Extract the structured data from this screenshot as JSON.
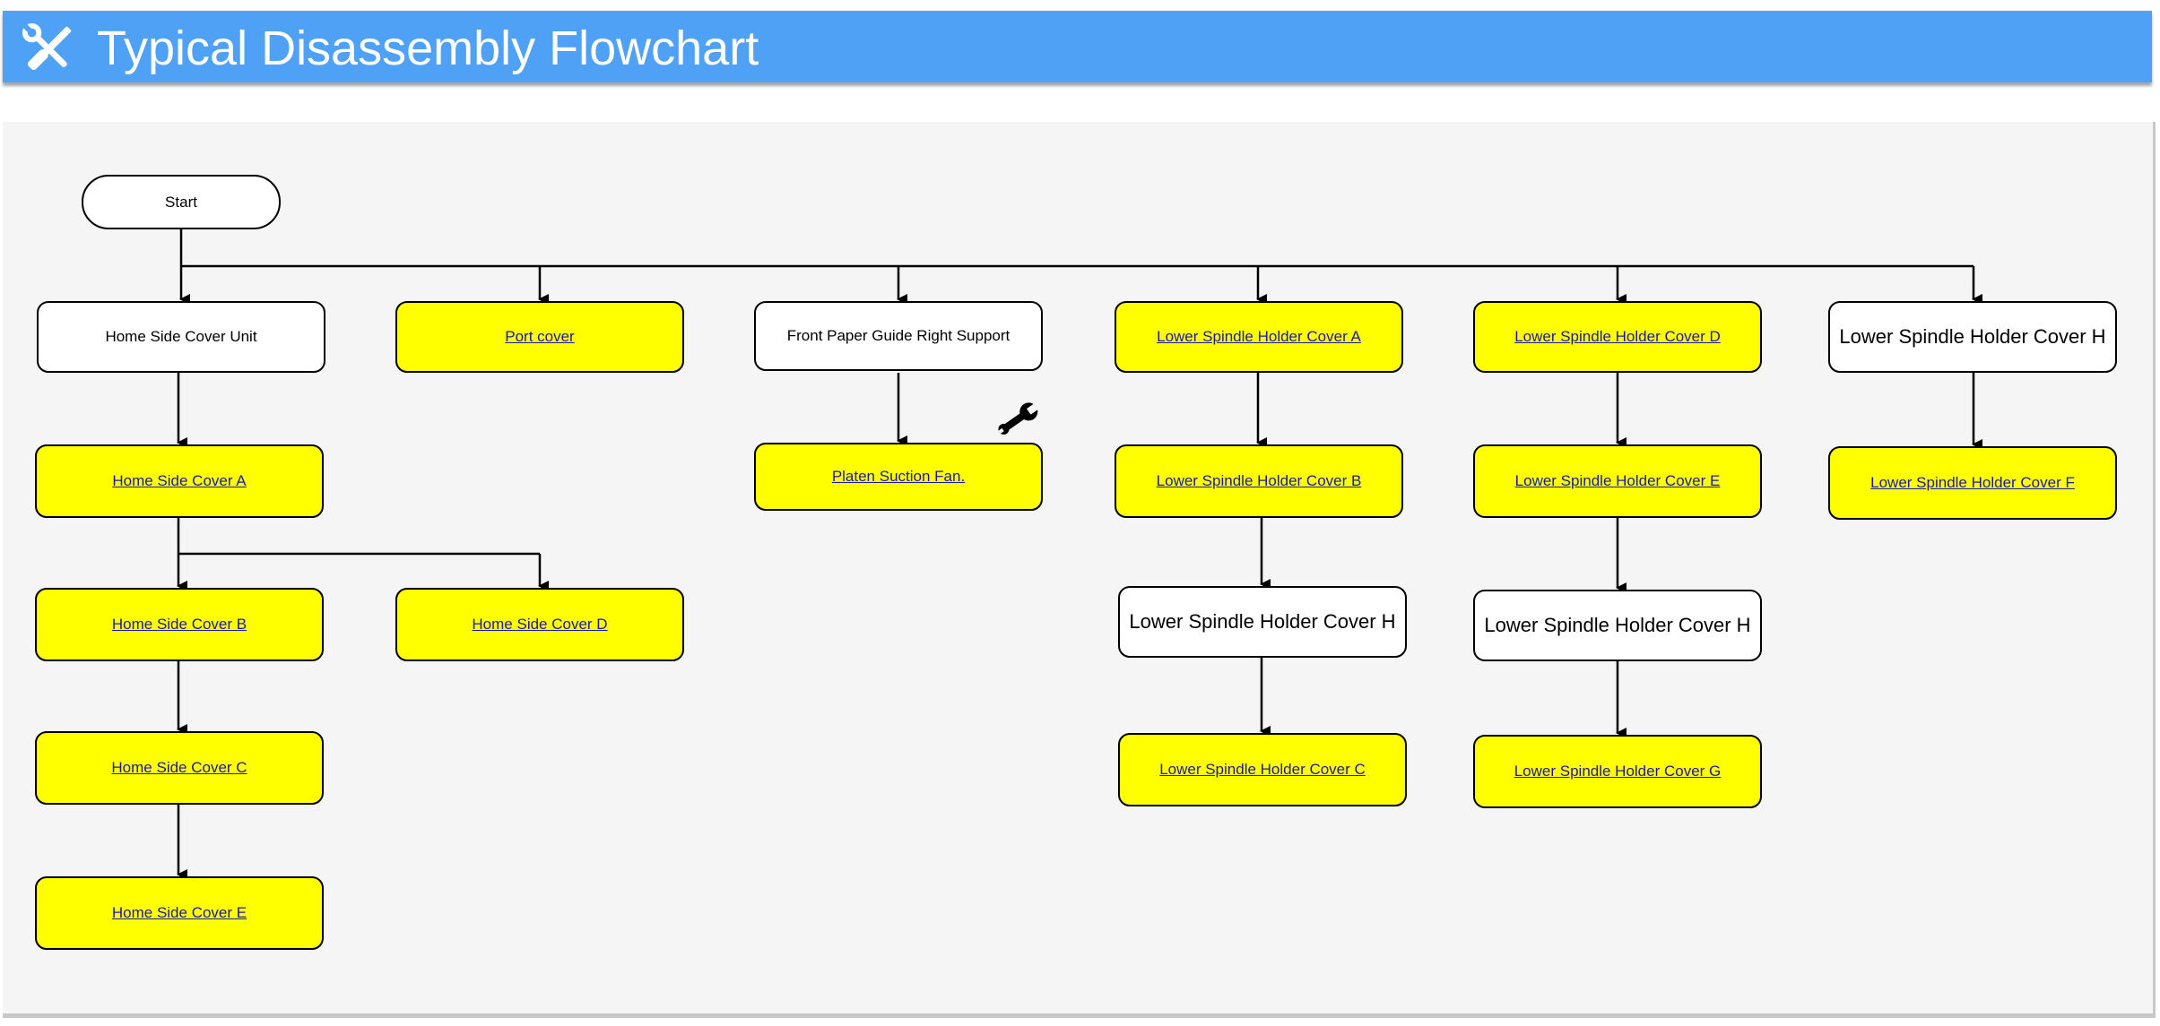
{
  "header": {
    "title": "Typical Disassembly Flowchart",
    "icon": "tools-icon",
    "background_color": "#4fa1f5"
  },
  "colors": {
    "part_link_fill": "#ffff00",
    "group_fill": "#ffffff",
    "link_text": "#1a1aa6",
    "canvas": "#f5f5f5"
  },
  "flowchart": {
    "start": "Start",
    "nodes": {
      "home_side_cover_unit": "Home Side Cover Unit",
      "port_cover": "Port cover",
      "front_paper_guide_right_support": "Front Paper Guide Right Support",
      "lower_spindle_holder_cover_a": "Lower Spindle Holder Cover A",
      "lower_spindle_holder_cover_d": "Lower Spindle Holder Cover D",
      "lower_spindle_holder_cover_h_top": "Lower Spindle Holder Cover H",
      "home_side_cover_a": "Home Side Cover A",
      "platen_suction_fan": "Platen Suction Fan.",
      "lower_spindle_holder_cover_b": "Lower Spindle Holder Cover B",
      "lower_spindle_holder_cover_e": "Lower Spindle Holder Cover E",
      "lower_spindle_holder_cover_f": "Lower Spindle Holder Cover F",
      "home_side_cover_b": "Home Side Cover B",
      "home_side_cover_d": "Home Side Cover D",
      "lower_spindle_holder_cover_h_mid1": "Lower Spindle Holder Cover H",
      "lower_spindle_holder_cover_h_mid2": "Lower Spindle Holder Cover H",
      "home_side_cover_c": "Home Side Cover C",
      "lower_spindle_holder_cover_c": "Lower Spindle Holder Cover C",
      "lower_spindle_holder_cover_g": "Lower Spindle Holder Cover G",
      "home_side_cover_e": "Home Side Cover E"
    },
    "tool_marker_icon": "wrench-icon"
  }
}
